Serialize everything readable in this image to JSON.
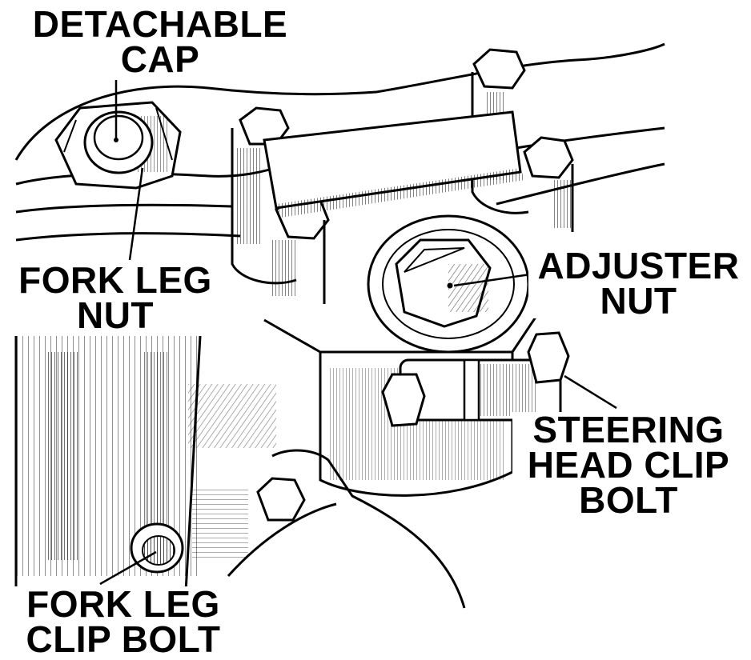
{
  "labels": {
    "detachable_cap": [
      "DETACHABLE",
      "CAP"
    ],
    "fork_leg_nut": [
      "FORK LEG",
      "NUT"
    ],
    "adjuster_nut": [
      "ADJUSTER",
      "NUT"
    ],
    "steering_head_clip_bolt": [
      "STEERING",
      "HEAD CLIP",
      "BOLT"
    ],
    "fork_leg_clip_bolt": [
      "FORK LEG",
      "CLIP BOLT"
    ]
  },
  "colors": {
    "ink": "#000000",
    "paper": "#ffffff"
  }
}
